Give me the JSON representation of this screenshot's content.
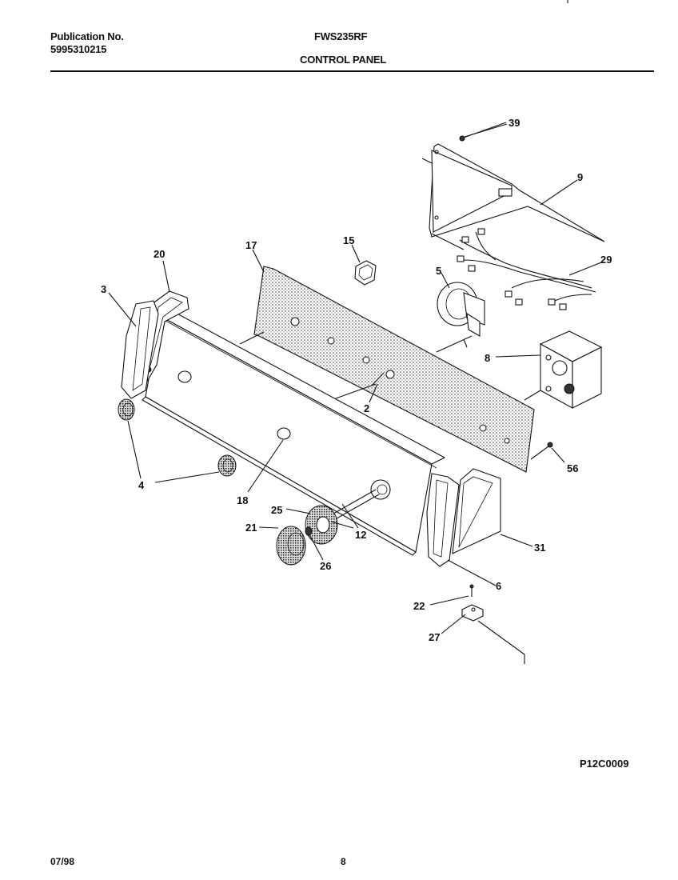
{
  "header": {
    "publication_label": "Publication No.",
    "publication_number": "5995310215",
    "model": "FWS235RF",
    "section_title": "CONTROL PANEL"
  },
  "diagram": {
    "callouts": [
      "39",
      "9",
      "29",
      "15",
      "17",
      "20",
      "3",
      "5",
      "8",
      "2",
      "56",
      "4",
      "18",
      "25",
      "12",
      "21",
      "26",
      "31",
      "6",
      "22",
      "27"
    ],
    "drawing_code": "P12C0009"
  },
  "footer": {
    "date": "07/98",
    "page": "8"
  }
}
